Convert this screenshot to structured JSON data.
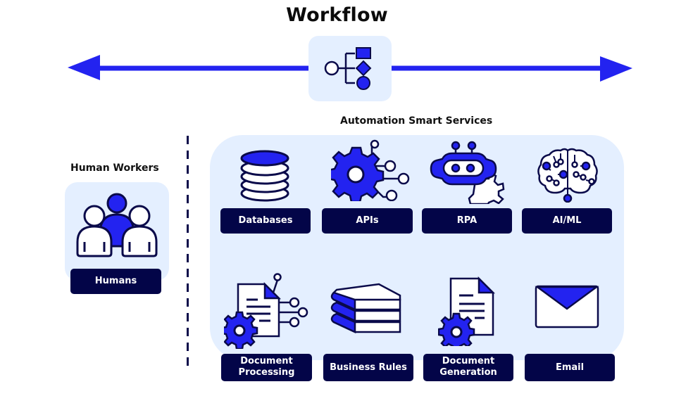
{
  "title": "Workflow",
  "colors": {
    "accent": "#2323f0",
    "navy": "#030548",
    "panel": "#e4efff",
    "outline": "#0a0a4a"
  },
  "workflow": {
    "arrow": "bidirectional-arrow",
    "icon": "workflow-icon"
  },
  "human_workers": {
    "title": "Human Workers",
    "items": [
      {
        "label": "Humans",
        "icon": "people-group-icon"
      }
    ]
  },
  "automation": {
    "title": "Automation Smart Services",
    "items": [
      {
        "label": "Databases",
        "icon": "database-icon"
      },
      {
        "label": "APIs",
        "icon": "api-gear-icon"
      },
      {
        "label": "RPA",
        "icon": "robot-icon"
      },
      {
        "label": "AI/ML",
        "icon": "brain-icon"
      },
      {
        "label": "Document Processing",
        "icon": "document-processing-icon"
      },
      {
        "label": "Business Rules",
        "icon": "books-icon"
      },
      {
        "label": "Document Generation",
        "icon": "document-generation-icon"
      },
      {
        "label": "Email",
        "icon": "email-icon"
      }
    ]
  }
}
